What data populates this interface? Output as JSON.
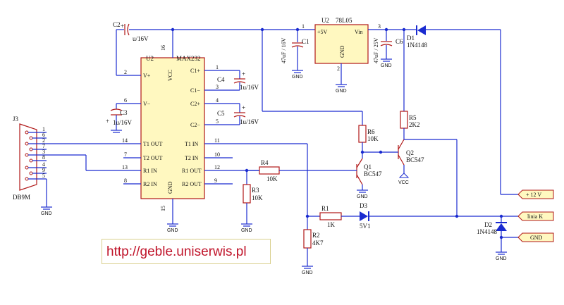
{
  "url_text": "http://geble.uniserwis.pl",
  "components": {
    "u2_max": {
      "ref": "U2",
      "value": "MAX232"
    },
    "u2_reg": {
      "ref": "U2",
      "value": "78L05",
      "pin_5v": "+5V",
      "pin_vin": "Vin",
      "pin_gnd": "GND"
    },
    "c1": {
      "ref": "C1",
      "value": "47uF / 16V"
    },
    "c2": {
      "ref": "C2",
      "value": "u/16V"
    },
    "c3": {
      "ref": "C3",
      "value": "1u/16V"
    },
    "c4": {
      "ref": "C4",
      "value": "1u/16V"
    },
    "c5": {
      "ref": "C5",
      "value": "1u/16V"
    },
    "c6": {
      "ref": "C6",
      "value": "47uF / 25V"
    },
    "d1": {
      "ref": "D1",
      "value": "1N4148"
    },
    "d2": {
      "ref": "D2",
      "value": "1N4148"
    },
    "d3": {
      "ref": "D3",
      "value": "5V1"
    },
    "q1": {
      "ref": "Q1",
      "value": "BC547"
    },
    "q2": {
      "ref": "Q2",
      "value": "BC547"
    },
    "r1": {
      "ref": "R1",
      "value": "1K"
    },
    "r2": {
      "ref": "R2",
      "value": "4K7"
    },
    "r3": {
      "ref": "R3",
      "value": "10K"
    },
    "r4": {
      "ref": "R4",
      "value": "10K"
    },
    "r5": {
      "ref": "R5",
      "value": "2K2"
    },
    "r6": {
      "ref": "R6",
      "value": "10K"
    },
    "j3": {
      "ref": "J3",
      "value": "DB9M"
    }
  },
  "max232_pins": {
    "vcc": "VCC",
    "gnd": "GND",
    "vplus": "V+",
    "vminus": "V−",
    "c1p": "C1+",
    "c1m": "C1−",
    "c2p": "C2+",
    "c2m": "C2−",
    "t1out": "T1 OUT",
    "t2out": "T2 OUT",
    "r1in": "R1 IN",
    "r2in": "R2 IN",
    "t1in": "T1 IN",
    "t2in": "T2 IN",
    "r1out": "R1 OUT",
    "r2out": "R2 OUT",
    "n2": "2",
    "n6": "6",
    "n14": "14",
    "n7": "7",
    "n13": "13",
    "n8": "8",
    "n1": "1",
    "n3": "3",
    "n4": "4",
    "n5": "5",
    "n11": "11",
    "n10": "10",
    "n12": "12",
    "n9": "9",
    "n16": "16",
    "n15": "15"
  },
  "reg_pins": {
    "p1": "1",
    "p2": "2",
    "p3": "3"
  },
  "db9_pins": [
    "1",
    "6",
    "2",
    "7",
    "3",
    "8",
    "4",
    "9",
    "5"
  ],
  "ports": {
    "p12v": "+ 12 V",
    "plinia": "linia K",
    "pgnd": "GND"
  },
  "gnd_label": "GND",
  "vcc_label": "VCC",
  "colors": {
    "wire": "#1a2bd0",
    "part": "#b01818",
    "port_fill": "#fff8c0",
    "ic_fill": "#fff8c0",
    "url": "#c0142a"
  }
}
